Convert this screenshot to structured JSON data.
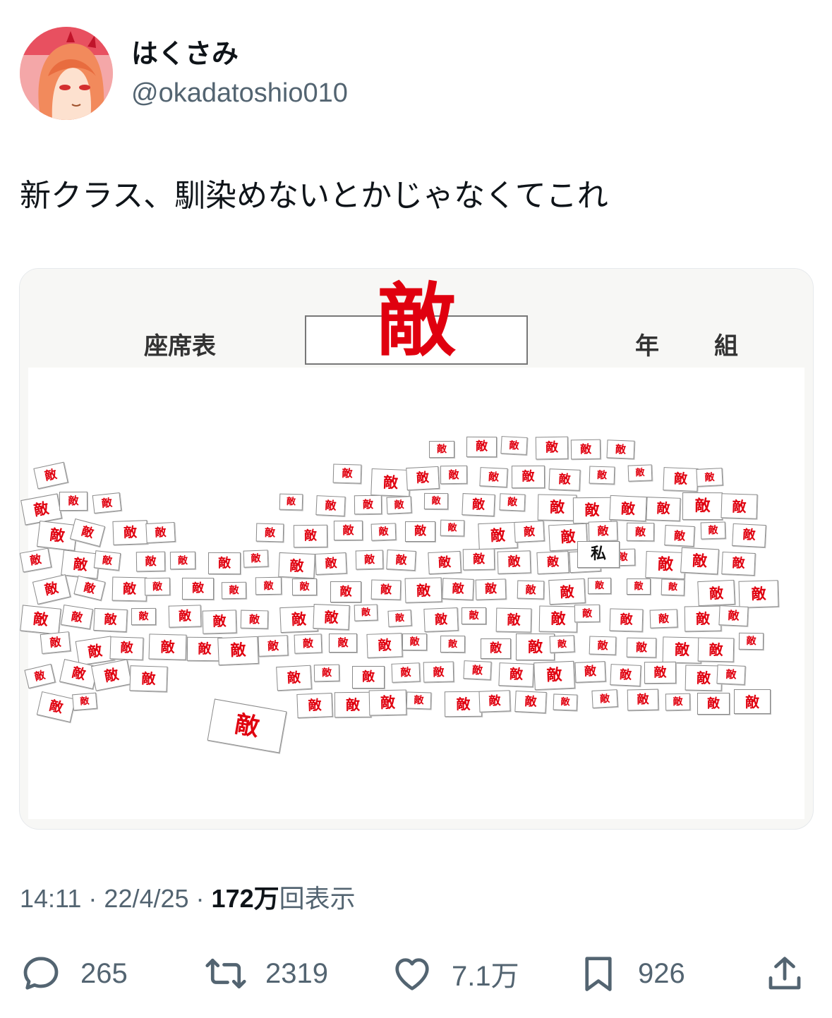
{
  "user": {
    "display_name": "はくさみ",
    "handle": "@okadatoshio010"
  },
  "tweet": {
    "text": "新クラス、馴染めないとかじゃなくてこれ"
  },
  "image": {
    "sheet_title": "座席表",
    "teacher_label": "敵",
    "year_label": "年",
    "class_label": "組",
    "seat_label": "敵",
    "self_label": "私"
  },
  "meta": {
    "time": "14:11",
    "date": "22/4/25",
    "views": "172万",
    "views_suffix": "回表示"
  },
  "actions": {
    "replies": "265",
    "retweets": "2319",
    "likes": "7.1万",
    "bookmarks": "926"
  },
  "colors": {
    "enemy_red": "#e0000f",
    "secondary_text": "#536471",
    "primary_text": "#0f1419"
  }
}
